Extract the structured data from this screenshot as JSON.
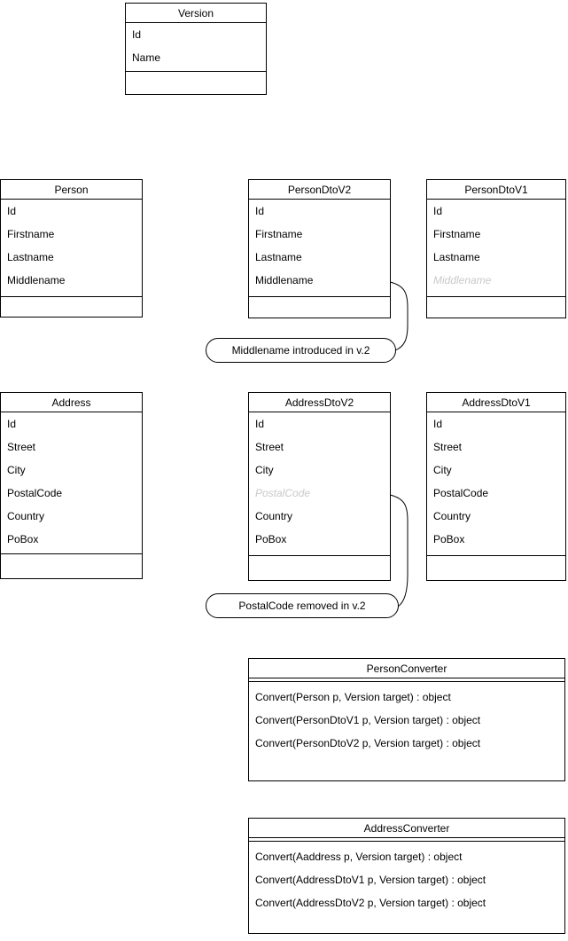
{
  "colors": {
    "border": "#000000",
    "text": "#000000",
    "muted_text": "#c9c9c9",
    "background": "#ffffff"
  },
  "classes": {
    "version": {
      "title": "Version",
      "attributes": [
        "Id",
        "Name"
      ]
    },
    "person": {
      "title": "Person",
      "attributes": [
        "Id",
        "Firstname",
        "Lastname",
        "Middlename"
      ]
    },
    "person_dto_v2": {
      "title": "PersonDtoV2",
      "attributes": [
        "Id",
        "Firstname",
        "Lastname",
        "Middlename"
      ]
    },
    "person_dto_v1": {
      "title": "PersonDtoV1",
      "attributes": [
        "Id",
        "Firstname",
        "Lastname",
        "Middlename"
      ]
    },
    "address": {
      "title": "Address",
      "attributes": [
        "Id",
        "Street",
        "City",
        "PostalCode",
        "Country",
        "PoBox"
      ]
    },
    "address_dto_v2": {
      "title": "AddressDtoV2",
      "attributes": [
        "Id",
        "Street",
        "City",
        "PostalCode",
        "Country",
        "PoBox"
      ]
    },
    "address_dto_v1": {
      "title": "AddressDtoV1",
      "attributes": [
        "Id",
        "Street",
        "City",
        "PostalCode",
        "Country",
        "PoBox"
      ]
    },
    "person_converter": {
      "title": "PersonConverter",
      "methods": [
        "Convert(Person p, Version target) : object",
        "Convert(PersonDtoV1 p, Version target) : object",
        "Convert(PersonDtoV2 p, Version target) : object"
      ]
    },
    "address_converter": {
      "title": "AddressConverter",
      "methods": [
        "Convert(Aaddress p, Version target) : object",
        "Convert(AddressDtoV1 p, Version target) : object",
        "Convert(AddressDtoV2 p, Version target) : object"
      ]
    }
  },
  "callouts": {
    "middlename": {
      "text": "Middlename introduced in v.2"
    },
    "postalcode": {
      "text": "PostalCode removed in v.2"
    }
  }
}
